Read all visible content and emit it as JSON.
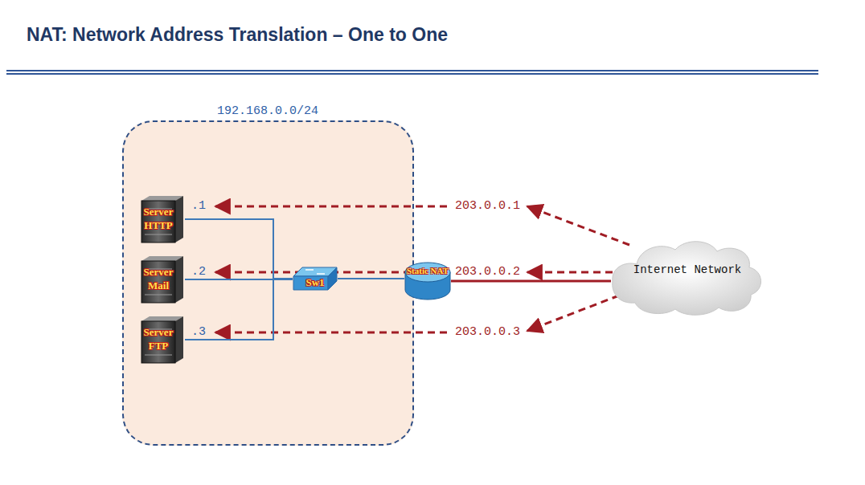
{
  "diagram": {
    "title": "NAT: Network Address Translation – One to One",
    "nodes": [
      {
        "text": [
          "192.168.0.0/24"
        ]
      },
      {
        "text": [
          "Server HTTP"
        ],
        "in": 0
      },
      {
        "text": [
          "Server Mail"
        ],
        "in": 0
      },
      {
        "text": [
          "Server FTP"
        ],
        "in": 0
      },
      {
        "text": [
          "Sw1"
        ],
        "in": 0
      },
      {
        "text": [
          "Static NAT"
        ]
      },
      {
        "text": [
          "Internet Network"
        ]
      }
    ],
    "edges": [
      {
        "from": 1,
        "to": 4,
        "arrow": "none"
      },
      {
        "from": 2,
        "to": 4,
        "arrow": "none"
      },
      {
        "from": 3,
        "to": 4,
        "arrow": "none"
      },
      {
        "from": 4,
        "to": 5,
        "arrow": "none"
      },
      {
        "from": 5,
        "to": 6,
        "arrow": "none"
      }
    ],
    "labels": [
      ".1",
      ".2",
      ".3",
      "203.0.0.1",
      "203.0.0.2",
      "203.0.0.3"
    ]
  }
}
